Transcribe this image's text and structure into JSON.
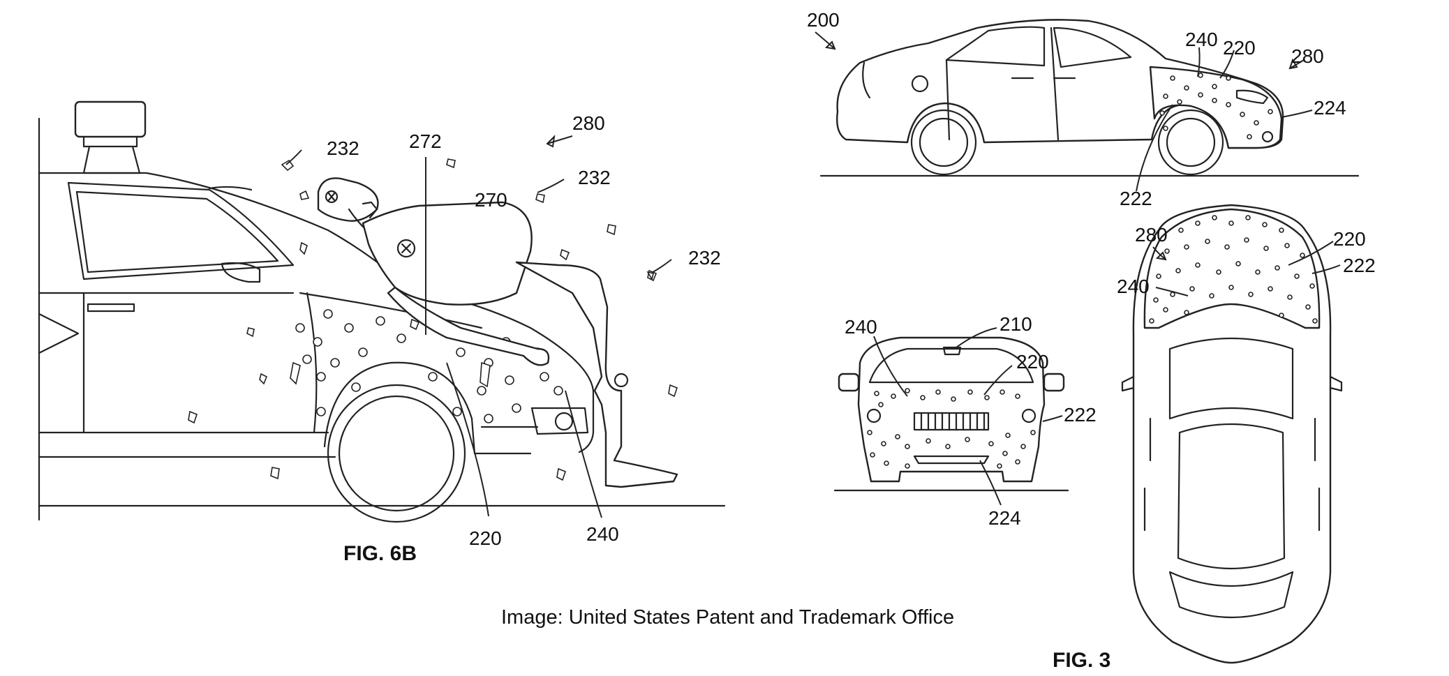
{
  "figures": {
    "fig6b": {
      "caption": "FIG. 6B",
      "labels": {
        "l280": "280",
        "l272": "272",
        "l270": "270",
        "l232a": "232",
        "l232b": "232",
        "l232c": "232",
        "l220": "220",
        "l240": "240"
      }
    },
    "fig3": {
      "caption": "FIG. 3",
      "side": {
        "l200": "200",
        "l240": "240",
        "l220": "220",
        "l280": "280",
        "l224": "224",
        "l222": "222"
      },
      "front": {
        "l240": "240",
        "l210": "210",
        "l220": "220",
        "l222": "222",
        "l224": "224"
      },
      "top": {
        "l280": "280",
        "l220": "220",
        "l222": "222",
        "l240": "240"
      }
    }
  },
  "credit": "Image: United States Patent and Trademark Office"
}
